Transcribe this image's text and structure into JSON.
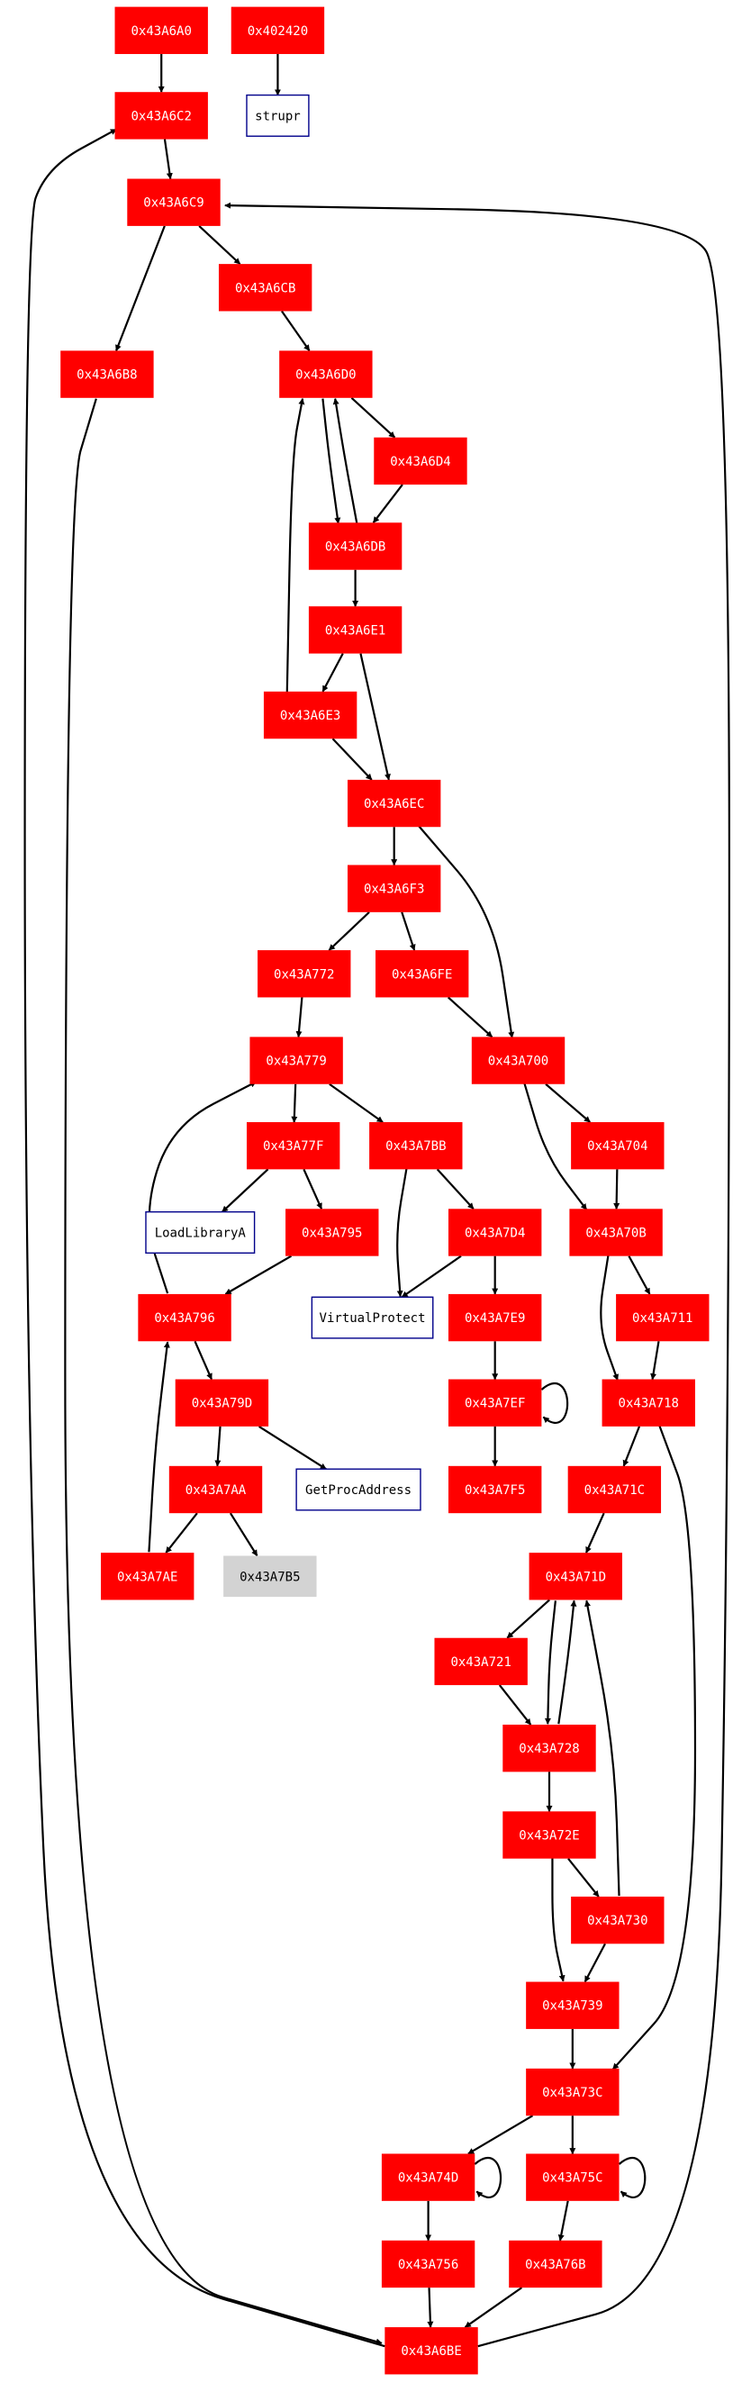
{
  "colors": {
    "block_fill": "#ff0000",
    "block_text": "#ffffff",
    "import_stroke": "#00008b",
    "import_text": "#000000",
    "unknown_fill": "#d3d3d3",
    "unknown_text": "#000000",
    "edge": "#000000"
  },
  "nodes": [
    {
      "id": "n6A0",
      "label": "0x43A6A0",
      "kind": "block"
    },
    {
      "id": "n420",
      "label": "0x402420",
      "kind": "block"
    },
    {
      "id": "strupr",
      "label": "strupr",
      "kind": "import"
    },
    {
      "id": "n6C2",
      "label": "0x43A6C2",
      "kind": "block"
    },
    {
      "id": "n6C9",
      "label": "0x43A6C9",
      "kind": "block"
    },
    {
      "id": "n6CB",
      "label": "0x43A6CB",
      "kind": "block"
    },
    {
      "id": "n6B8",
      "label": "0x43A6B8",
      "kind": "block"
    },
    {
      "id": "n6D0",
      "label": "0x43A6D0",
      "kind": "block"
    },
    {
      "id": "n6D4",
      "label": "0x43A6D4",
      "kind": "block"
    },
    {
      "id": "n6DB",
      "label": "0x43A6DB",
      "kind": "block"
    },
    {
      "id": "n6E1",
      "label": "0x43A6E1",
      "kind": "block"
    },
    {
      "id": "n6E3",
      "label": "0x43A6E3",
      "kind": "block"
    },
    {
      "id": "n6EC",
      "label": "0x43A6EC",
      "kind": "block"
    },
    {
      "id": "n6F3",
      "label": "0x43A6F3",
      "kind": "block"
    },
    {
      "id": "n772",
      "label": "0x43A772",
      "kind": "block"
    },
    {
      "id": "n6FE",
      "label": "0x43A6FE",
      "kind": "block"
    },
    {
      "id": "n779",
      "label": "0x43A779",
      "kind": "block"
    },
    {
      "id": "n700",
      "label": "0x43A700",
      "kind": "block"
    },
    {
      "id": "n77F",
      "label": "0x43A77F",
      "kind": "block"
    },
    {
      "id": "n7BB",
      "label": "0x43A7BB",
      "kind": "block"
    },
    {
      "id": "n704",
      "label": "0x43A704",
      "kind": "block"
    },
    {
      "id": "loadlib",
      "label": "LoadLibraryA",
      "kind": "import"
    },
    {
      "id": "n795",
      "label": "0x43A795",
      "kind": "block"
    },
    {
      "id": "n7D4",
      "label": "0x43A7D4",
      "kind": "block"
    },
    {
      "id": "n70B",
      "label": "0x43A70B",
      "kind": "block"
    },
    {
      "id": "n796",
      "label": "0x43A796",
      "kind": "block"
    },
    {
      "id": "vprot",
      "label": "VirtualProtect",
      "kind": "import"
    },
    {
      "id": "n7E9",
      "label": "0x43A7E9",
      "kind": "block"
    },
    {
      "id": "n711",
      "label": "0x43A711",
      "kind": "block"
    },
    {
      "id": "n79D",
      "label": "0x43A79D",
      "kind": "block"
    },
    {
      "id": "n7EF",
      "label": "0x43A7EF",
      "kind": "block"
    },
    {
      "id": "n718",
      "label": "0x43A718",
      "kind": "block"
    },
    {
      "id": "n7AA",
      "label": "0x43A7AA",
      "kind": "block"
    },
    {
      "id": "gpa",
      "label": "GetProcAddress",
      "kind": "import"
    },
    {
      "id": "n7F5",
      "label": "0x43A7F5",
      "kind": "block"
    },
    {
      "id": "n71C",
      "label": "0x43A71C",
      "kind": "block"
    },
    {
      "id": "n7AE",
      "label": "0x43A7AE",
      "kind": "block"
    },
    {
      "id": "n7B5",
      "label": "0x43A7B5",
      "kind": "unknown"
    },
    {
      "id": "n71D",
      "label": "0x43A71D",
      "kind": "block"
    },
    {
      "id": "n721",
      "label": "0x43A721",
      "kind": "block"
    },
    {
      "id": "n728",
      "label": "0x43A728",
      "kind": "block"
    },
    {
      "id": "n72E",
      "label": "0x43A72E",
      "kind": "block"
    },
    {
      "id": "n730",
      "label": "0x43A730",
      "kind": "block"
    },
    {
      "id": "n739",
      "label": "0x43A739",
      "kind": "block"
    },
    {
      "id": "n73C",
      "label": "0x43A73C",
      "kind": "block"
    },
    {
      "id": "n74D",
      "label": "0x43A74D",
      "kind": "block"
    },
    {
      "id": "n75C",
      "label": "0x43A75C",
      "kind": "block"
    },
    {
      "id": "n756",
      "label": "0x43A756",
      "kind": "block"
    },
    {
      "id": "n76B",
      "label": "0x43A76B",
      "kind": "block"
    },
    {
      "id": "n6BE",
      "label": "0x43A6BE",
      "kind": "block"
    }
  ],
  "edges": [
    {
      "from": "n6A0",
      "to": "n6C2"
    },
    {
      "from": "n420",
      "to": "strupr"
    },
    {
      "from": "n6C2",
      "to": "n6C9"
    },
    {
      "from": "n6C9",
      "to": "n6CB"
    },
    {
      "from": "n6C9",
      "to": "n6B8"
    },
    {
      "from": "n6CB",
      "to": "n6D0"
    },
    {
      "from": "n6D0",
      "to": "n6D4"
    },
    {
      "from": "n6D0",
      "to": "n6DB"
    },
    {
      "from": "n6D4",
      "to": "n6DB"
    },
    {
      "from": "n6DB",
      "to": "n6D0"
    },
    {
      "from": "n6DB",
      "to": "n6E1"
    },
    {
      "from": "n6E1",
      "to": "n6E3"
    },
    {
      "from": "n6E1",
      "to": "n6EC"
    },
    {
      "from": "n6E3",
      "to": "n6D0"
    },
    {
      "from": "n6E3",
      "to": "n6EC"
    },
    {
      "from": "n6EC",
      "to": "n6F3"
    },
    {
      "from": "n6EC",
      "to": "n700"
    },
    {
      "from": "n6F3",
      "to": "n772"
    },
    {
      "from": "n6F3",
      "to": "n6FE"
    },
    {
      "from": "n6FE",
      "to": "n700"
    },
    {
      "from": "n772",
      "to": "n779"
    },
    {
      "from": "n779",
      "to": "n77F"
    },
    {
      "from": "n779",
      "to": "n7BB"
    },
    {
      "from": "n77F",
      "to": "loadlib"
    },
    {
      "from": "n77F",
      "to": "n795"
    },
    {
      "from": "n795",
      "to": "n796"
    },
    {
      "from": "n796",
      "to": "n779"
    },
    {
      "from": "n796",
      "to": "n79D"
    },
    {
      "from": "n79D",
      "to": "n7AA"
    },
    {
      "from": "n79D",
      "to": "gpa"
    },
    {
      "from": "n7AA",
      "to": "n7AE"
    },
    {
      "from": "n7AA",
      "to": "n7B5"
    },
    {
      "from": "n7AE",
      "to": "n796"
    },
    {
      "from": "n7BB",
      "to": "vprot"
    },
    {
      "from": "n7BB",
      "to": "n7D4"
    },
    {
      "from": "n7D4",
      "to": "vprot"
    },
    {
      "from": "n7D4",
      "to": "n7E9"
    },
    {
      "from": "n7E9",
      "to": "n7EF"
    },
    {
      "from": "n7EF",
      "to": "n7EF"
    },
    {
      "from": "n7EF",
      "to": "n7F5"
    },
    {
      "from": "n700",
      "to": "n704"
    },
    {
      "from": "n700",
      "to": "n70B"
    },
    {
      "from": "n704",
      "to": "n70B"
    },
    {
      "from": "n70B",
      "to": "n711"
    },
    {
      "from": "n70B",
      "to": "n718"
    },
    {
      "from": "n711",
      "to": "n718"
    },
    {
      "from": "n718",
      "to": "n71C"
    },
    {
      "from": "n718",
      "to": "n73C"
    },
    {
      "from": "n71C",
      "to": "n71D"
    },
    {
      "from": "n71D",
      "to": "n721"
    },
    {
      "from": "n71D",
      "to": "n728"
    },
    {
      "from": "n721",
      "to": "n728"
    },
    {
      "from": "n728",
      "to": "n71D"
    },
    {
      "from": "n728",
      "to": "n72E"
    },
    {
      "from": "n72E",
      "to": "n730"
    },
    {
      "from": "n72E",
      "to": "n739"
    },
    {
      "from": "n730",
      "to": "n71D"
    },
    {
      "from": "n730",
      "to": "n739"
    },
    {
      "from": "n739",
      "to": "n73C"
    },
    {
      "from": "n73C",
      "to": "n74D"
    },
    {
      "from": "n73C",
      "to": "n75C"
    },
    {
      "from": "n74D",
      "to": "n74D"
    },
    {
      "from": "n74D",
      "to": "n756"
    },
    {
      "from": "n75C",
      "to": "n75C"
    },
    {
      "from": "n75C",
      "to": "n76B"
    },
    {
      "from": "n756",
      "to": "n6BE"
    },
    {
      "from": "n76B",
      "to": "n6BE"
    },
    {
      "from": "n6B8",
      "to": "n6BE"
    },
    {
      "from": "n6BE",
      "to": "n6C2"
    },
    {
      "from": "n6BE",
      "to": "n6C9"
    }
  ]
}
